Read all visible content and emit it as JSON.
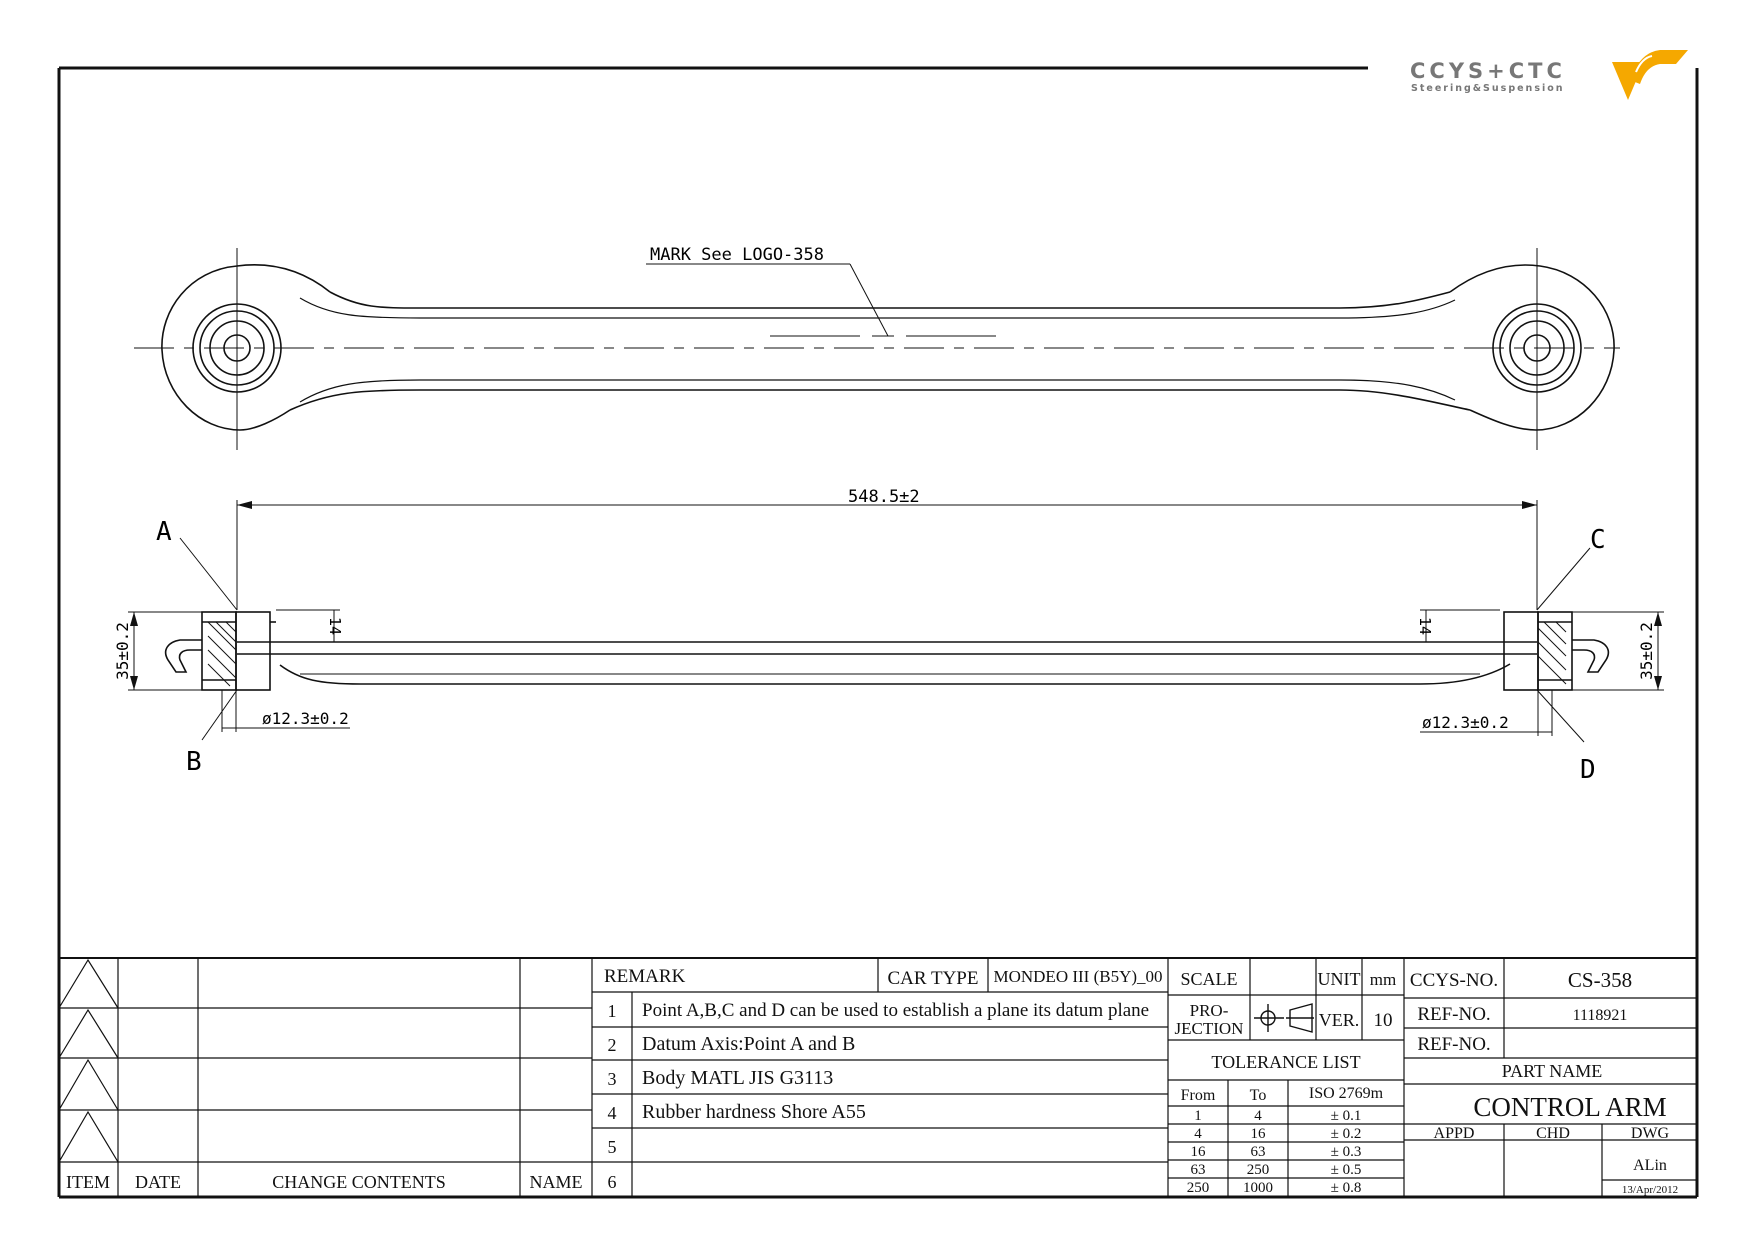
{
  "logo": {
    "name": "CCYS+CTC",
    "subtitle": "Steering&Suspension",
    "accent": "#f5a800"
  },
  "drawing": {
    "mark_note": "MARK See LOGO-358",
    "length_dim": "548.5±2",
    "height_dim": "35±0.2",
    "hole_dim": "ø12.3±0.2",
    "width_dim": "14",
    "points": [
      "A",
      "B",
      "C",
      "D"
    ]
  },
  "revision_block": {
    "headers": [
      "ITEM",
      "DATE",
      "CHANGE CONTENTS",
      "NAME"
    ]
  },
  "remarks": {
    "header": "REMARK",
    "car_type_label": "CAR TYPE",
    "car_type": "MONDEO III (B5Y)_00",
    "items": [
      {
        "no": "1",
        "text": "Point A,B,C and D can be used to establish a plane its datum plane"
      },
      {
        "no": "2",
        "text": "Datum Axis:Point A and B"
      },
      {
        "no": "3",
        "text": "Body MATL JIS G3113"
      },
      {
        "no": "4",
        "text": "Rubber hardness Shore A55"
      },
      {
        "no": "5",
        "text": ""
      },
      {
        "no": "6",
        "text": ""
      }
    ]
  },
  "info": {
    "scale_label": "SCALE",
    "scale_value": "",
    "unit_label": "UNIT",
    "unit_value": "mm",
    "projection_label_1": "PRO-",
    "projection_label_2": "JECTION",
    "ver_label": "VER.",
    "ver_value": "10"
  },
  "tolerance": {
    "title": "TOLERANCE LIST",
    "headers": [
      "From",
      "To",
      "ISO 2769m"
    ],
    "rows": [
      [
        "1",
        "4",
        "± 0.1"
      ],
      [
        "4",
        "16",
        "± 0.2"
      ],
      [
        "16",
        "63",
        "± 0.3"
      ],
      [
        "63",
        "250",
        "± 0.5"
      ],
      [
        "250",
        "1000",
        "± 0.8"
      ]
    ]
  },
  "title_block": {
    "ccys_label": "CCYS-NO.",
    "ccys_no": "CS-358",
    "ref_label": "REF-NO.",
    "ref_no_1": "1118921",
    "ref_no_2": "",
    "part_name_label": "PART NAME",
    "part_name": "CONTROL ARM",
    "appd_label": "APPD",
    "chd_label": "CHD",
    "dwg_label": "DWG",
    "dwg_by": "ALin",
    "date": "13/Apr/2012"
  }
}
